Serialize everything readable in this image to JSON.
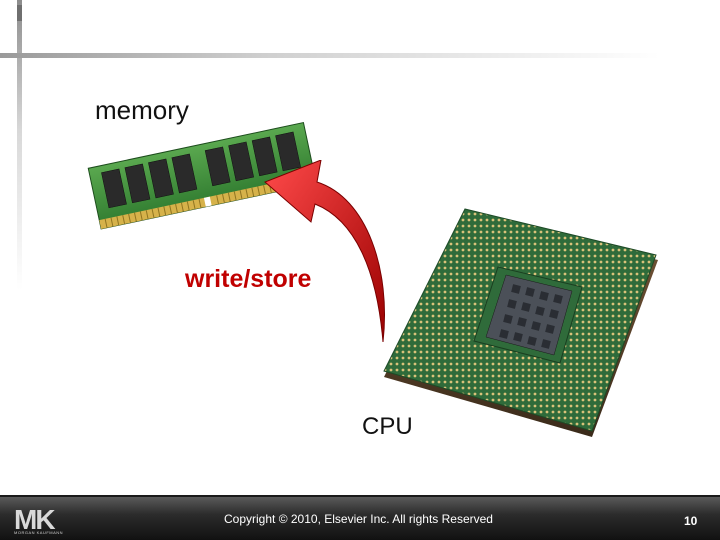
{
  "slide": {
    "labels": {
      "memory": "memory",
      "operation": "write/store",
      "processor": "CPU"
    },
    "footer": {
      "logo_letters": "MK",
      "logo_caption": "MORGAN KAUFMANN",
      "copyright": "Copyright © 2010, Elsevier Inc. All rights Reserved",
      "page_number": "10"
    },
    "colors": {
      "accent": "#c00000",
      "footer_bg": "#2c2c2c",
      "ram_board": "#3f8a3a",
      "cpu_board": "#2f6b3a",
      "chip": "#2e2e2e"
    },
    "icons": {
      "memory_image": "ram-module-icon",
      "processor_image": "cpu-chip-icon",
      "arrow": "curved-arrow-icon",
      "logo": "mk-logo-icon"
    }
  }
}
